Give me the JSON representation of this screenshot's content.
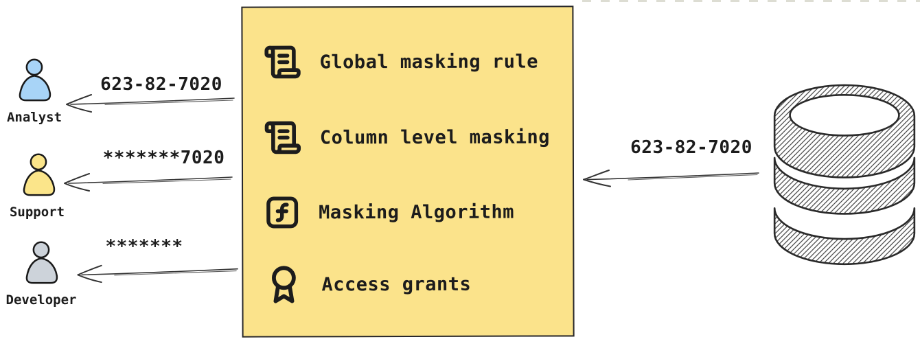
{
  "colors": {
    "box_fill": "#FBE38B",
    "box_border": "#26262B",
    "ink": "#1C1C1C",
    "arrow_ink": "#333333",
    "analyst_fill": "#A8D4F7",
    "support_fill": "#FBE58A",
    "developer_fill": "#CDD3DA",
    "db_ink": "#2A2A2A"
  },
  "box": {
    "items": [
      {
        "icon": "scroll-text-icon",
        "label": "Global masking rule"
      },
      {
        "icon": "scroll-text-icon",
        "label": "Column level masking"
      },
      {
        "icon": "function-square-icon",
        "label": "Masking Algorithm"
      },
      {
        "icon": "award-icon",
        "label": "Access grants"
      }
    ]
  },
  "flows": [
    {
      "recipient": "Analyst",
      "value": "623-82-7020"
    },
    {
      "recipient": "Support",
      "value": "*******7020"
    },
    {
      "recipient": "Developer",
      "value": "*******"
    }
  ],
  "source": {
    "value": "623-82-7020"
  }
}
